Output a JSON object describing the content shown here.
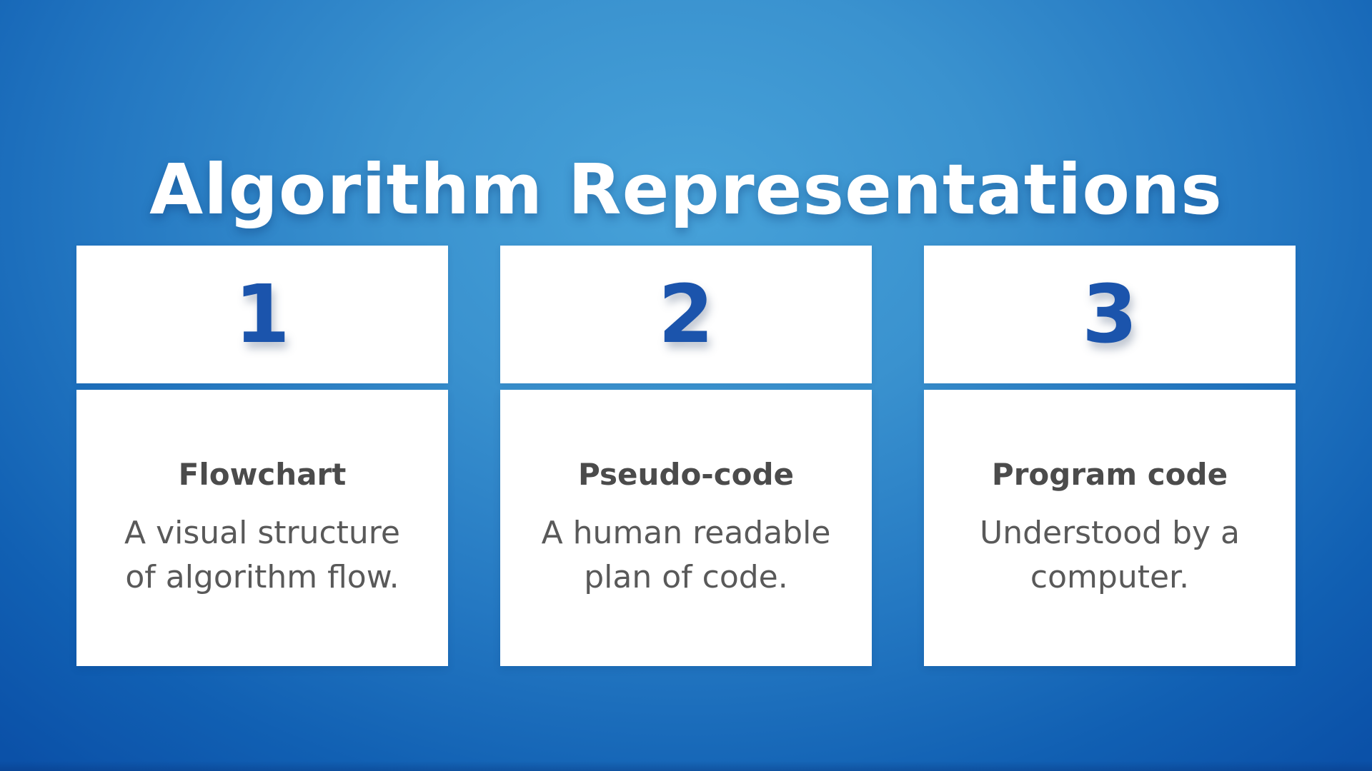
{
  "page": {
    "title": "Algorithm Representations"
  },
  "theme": {
    "background_center": "#47a2d9",
    "background_mid": "#2f86c9",
    "background_edge": "#0b51a8",
    "card_background": "#ffffff",
    "number_color": "#1b54ac",
    "heading_color": "#4b4b4b",
    "description_color": "#595959",
    "title_color": "#ffffff"
  },
  "cards": [
    {
      "number": "1",
      "heading": "Flowchart",
      "description": "A visual structure\nof algorithm flow."
    },
    {
      "number": "2",
      "heading": "Pseudo-code",
      "description": "A human readable\nplan of code."
    },
    {
      "number": "3",
      "heading": "Program code",
      "description": "Understood by a\ncomputer."
    }
  ]
}
